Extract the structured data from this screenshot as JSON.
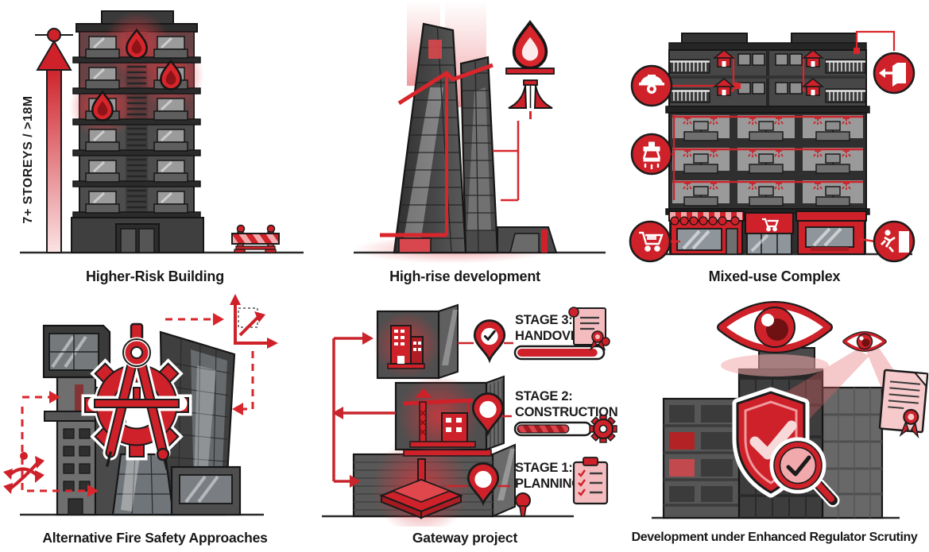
{
  "colors": {
    "red": "#ce2129",
    "dark_red": "#a31a20",
    "pink": "#f2a9ac",
    "pale_pink": "#f7d9da",
    "ink": "#1b1b1b",
    "building_dark": "#3f3f3f",
    "building_mid": "#585858",
    "building_light": "#9a9a9a"
  },
  "panels": {
    "higher_risk": {
      "caption": "Higher-Risk Building",
      "height_label": "7+ STOREYS / >18M",
      "icons": [
        "height-arrow",
        "flame",
        "construction-barrier"
      ]
    },
    "high_rise": {
      "caption": "High-rise development",
      "icons": [
        "flame",
        "fire-alarm-bell"
      ]
    },
    "mixed_use": {
      "caption": "Mixed-use Complex",
      "icons": [
        "cctv-camera",
        "sprinkler",
        "shopping-cart",
        "exit-door",
        "emergency-exit-run",
        "home"
      ]
    },
    "alt_fire": {
      "caption": "Alternative Fire Safety Approaches",
      "icons": [
        "drafting-compass",
        "gear",
        "chart-axes",
        "shuffle-arrows",
        "dashed-arrows"
      ]
    },
    "gateway": {
      "caption": "Gateway project",
      "stages": [
        {
          "line1": "STAGE 3:",
          "line2": "HANDOVER",
          "progress_pct": 95
        },
        {
          "line1": "STAGE 2:",
          "line2": "CONSTRUCTION",
          "progress_pct": 72
        },
        {
          "line1": "STAGE 1:",
          "line2": "PLANNING"
        }
      ],
      "icons": [
        "map-pin-check",
        "map-pin",
        "certificate-scroll",
        "gear",
        "clipboard-checklist",
        "crane",
        "foundation",
        "building"
      ]
    },
    "scrutiny": {
      "caption": "Development under Enhanced Regulator Scrutiny",
      "icons": [
        "eye",
        "small-eye",
        "shield-check",
        "magnifier-check",
        "certificate-ribbon"
      ]
    }
  }
}
